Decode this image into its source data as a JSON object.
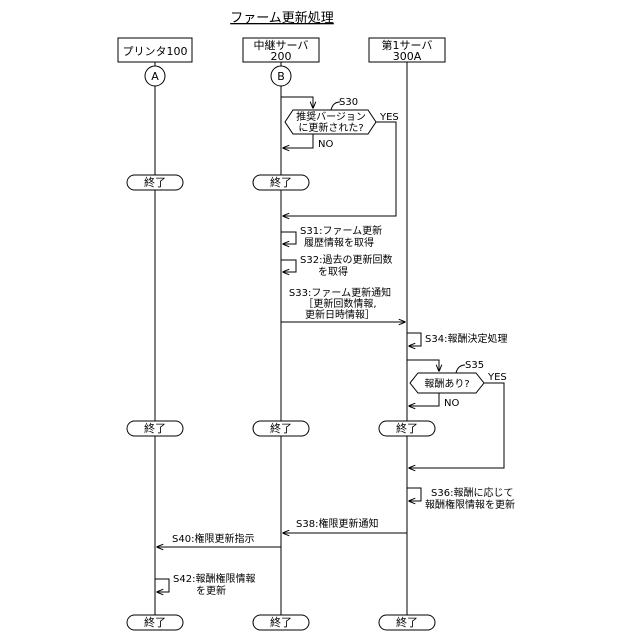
{
  "title": "ファーム更新処理",
  "lanes": {
    "printer": {
      "label": "プリンタ100",
      "connector": "A"
    },
    "relay": {
      "label_line1": "中継サーバ",
      "label_line2": "200",
      "connector": "B"
    },
    "server": {
      "label_line1": "第1サーバ",
      "label_line2": "300A"
    }
  },
  "terminal_label": "終了",
  "steps": {
    "s30": {
      "id": "S30",
      "question_line1": "推奨バージョン",
      "question_line2": "に更新された?",
      "yes": "YES",
      "no": "NO"
    },
    "s31": {
      "line1": "S31:ファーム更新",
      "line2": "履歴情報を取得"
    },
    "s32": {
      "line1": "S32:過去の更新回数",
      "line2": "を取得"
    },
    "s33": {
      "line1": "S33:ファーム更新通知",
      "line2": "［更新回数情報,",
      "line3": "更新日時情報］"
    },
    "s34": {
      "line1": "S34:報酬決定処理"
    },
    "s35": {
      "id": "S35",
      "question": "報酬あり?",
      "yes": "YES",
      "no": "NO"
    },
    "s36": {
      "line1": "S36:報酬に応じて",
      "line2": "報酬権限情報を更新"
    },
    "s38": {
      "line1": "S38:権限更新通知"
    },
    "s40": {
      "line1": "S40:権限更新指示"
    },
    "s42": {
      "line1": "S42:報酬権限情報",
      "line2": "を更新"
    }
  }
}
